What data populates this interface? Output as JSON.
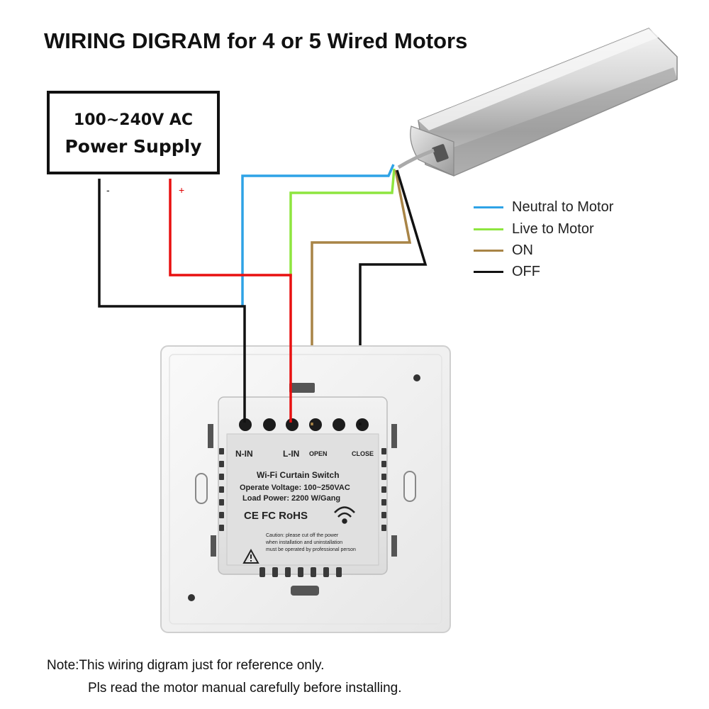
{
  "title": "WIRING DIGRAM for 4 or 5 Wired Motors",
  "power_supply": {
    "line1": "100~240V AC",
    "line2": "Power Supply",
    "minus": "-",
    "plus": "+"
  },
  "legend": [
    {
      "label": "Neutral to Motor",
      "color": "#2ea3e6"
    },
    {
      "label": "Live to Motor",
      "color": "#8ee53f"
    },
    {
      "label": "ON",
      "color": "#a88446"
    },
    {
      "label": "OFF",
      "color": "#111111"
    }
  ],
  "wire_colors": {
    "live_supply": "#e81010",
    "neutral_supply": "#111111"
  },
  "switch": {
    "terminals": {
      "n_in": "N-IN",
      "l_in": "L-IN",
      "open": "OPEN",
      "close": "CLOSE"
    },
    "product_name": "Wi-Fi  Curtain Switch",
    "voltage": "Operate Voltage: 100~250VAC",
    "load": "Load Power: 2200 W/Gang",
    "certs": "CE FC RoHS",
    "caution_lines": [
      "Caution: please cut off the power",
      "when installation and uninstallation",
      "must be operated by professional person"
    ]
  },
  "note": {
    "line1": "Note:This wiring digram just for reference only.",
    "line2": "Pls read the motor manual carefully before installing."
  }
}
